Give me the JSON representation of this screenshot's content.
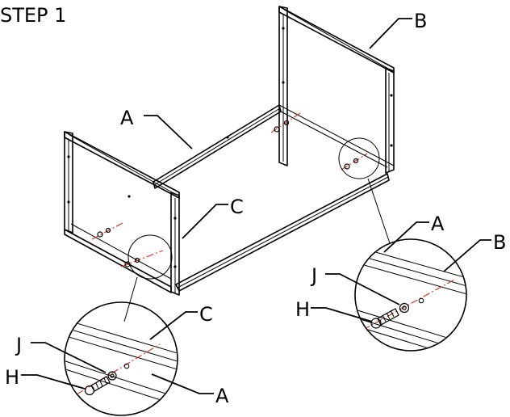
{
  "step_title": "STEP 1",
  "callouts": {
    "top_tube": "A",
    "right_frame": "B",
    "left_frame": "C",
    "detail_right_tube": "A",
    "detail_right_frame": "B",
    "detail_right_washer": "J",
    "detail_right_bolt": "H",
    "detail_left_frame": "C",
    "detail_left_washer": "J",
    "detail_left_bolt": "H",
    "detail_left_tube": "A"
  },
  "colors": {
    "line": "#000000",
    "axis": "#d63a2a",
    "background": "#ffffff"
  }
}
